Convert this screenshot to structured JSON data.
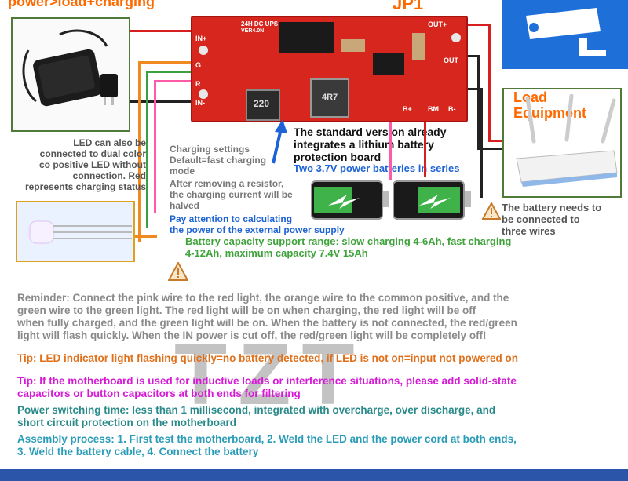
{
  "header": {
    "title": "power>load+charging",
    "board_label": "JP1"
  },
  "board": {
    "chip_text": "24H DC UPS",
    "version_text": "VER4.0N",
    "inductor_text": "220",
    "ic_text": "4R7",
    "pins": {
      "in_plus": "IN+",
      "in_minus": "IN-",
      "out_plus": "OUT+",
      "out": "OUT",
      "bm": "BM",
      "g": "G",
      "r": "R",
      "b_plus": "B+",
      "b_minus": "B-"
    }
  },
  "labels": {
    "load_equipment": [
      "Load",
      "Equipment"
    ],
    "led_note": [
      "LED can also be",
      "connected to dual color",
      "co positive LED without",
      "connection. Red",
      "represents charging status"
    ],
    "charging_settings": [
      "Charging settings",
      "Default=fast charging",
      "mode",
      "After removing a resistor,",
      "the charging current will be",
      "halved"
    ],
    "pay_attention": [
      "Pay attention to calculating",
      "the power of the external power supply"
    ],
    "standard_version": [
      "The standard version already",
      "integrates a lithium battery",
      "protection board"
    ],
    "two_batteries": "Two 3.7V power batteries in series",
    "battery_connect": [
      "The battery needs to",
      "be connected to",
      "three wires"
    ],
    "capacity": [
      "Battery capacity support range: slow charging 4-6Ah, fast charging",
      "4-12Ah, maximum capacity 7.4V 15Ah"
    ]
  },
  "notes": {
    "reminder": [
      "Reminder: Connect the pink wire to the red light, the orange wire to the common positive, and the",
      "green wire to the green light. The red light will be on when charging, the red light will be off",
      "when fully charged, and the green light will be on. When the battery is not connected, the red/green",
      "light will flash quickly. When the IN power is cut off, the red/green light will be completely off!"
    ],
    "tip_led": "Tip: LED indicator light flashing quickly=no battery detected, if LED is not on=input not powered on",
    "tip_motherboard": [
      "Tip: If the motherboard is used for inductive loads or interference situations, please add solid-state",
      "capacitors or button capacitors at both ends for filtering"
    ],
    "switching": [
      "Power switching time: less than 1 millisecond, integrated with overcharge, over discharge, and",
      "short circuit protection on the motherboard"
    ],
    "assembly": [
      "Assembly process: 1. First test the motherboard, 2. Weld the LED and the power cord at both ends,",
      "3. Weld the battery cable, 4. Connect the battery"
    ]
  },
  "watermark": "TZT",
  "icons": {
    "camera": "security-camera-icon",
    "warning": "warning-icon",
    "adapter": "power-adapter-icon",
    "router": "router-icon",
    "led": "led-icon",
    "battery": "battery-icon"
  },
  "colors": {
    "title_orange": "#ff6a00",
    "blue_text": "#1e63d6",
    "green_text": "#3fa23a",
    "pink_text": "#d61bd6",
    "teal_text": "#2a8a8a",
    "board_red": "#d7261e",
    "camera_blue": "#1f6fd8",
    "footer_blue": "#2a55a8"
  }
}
